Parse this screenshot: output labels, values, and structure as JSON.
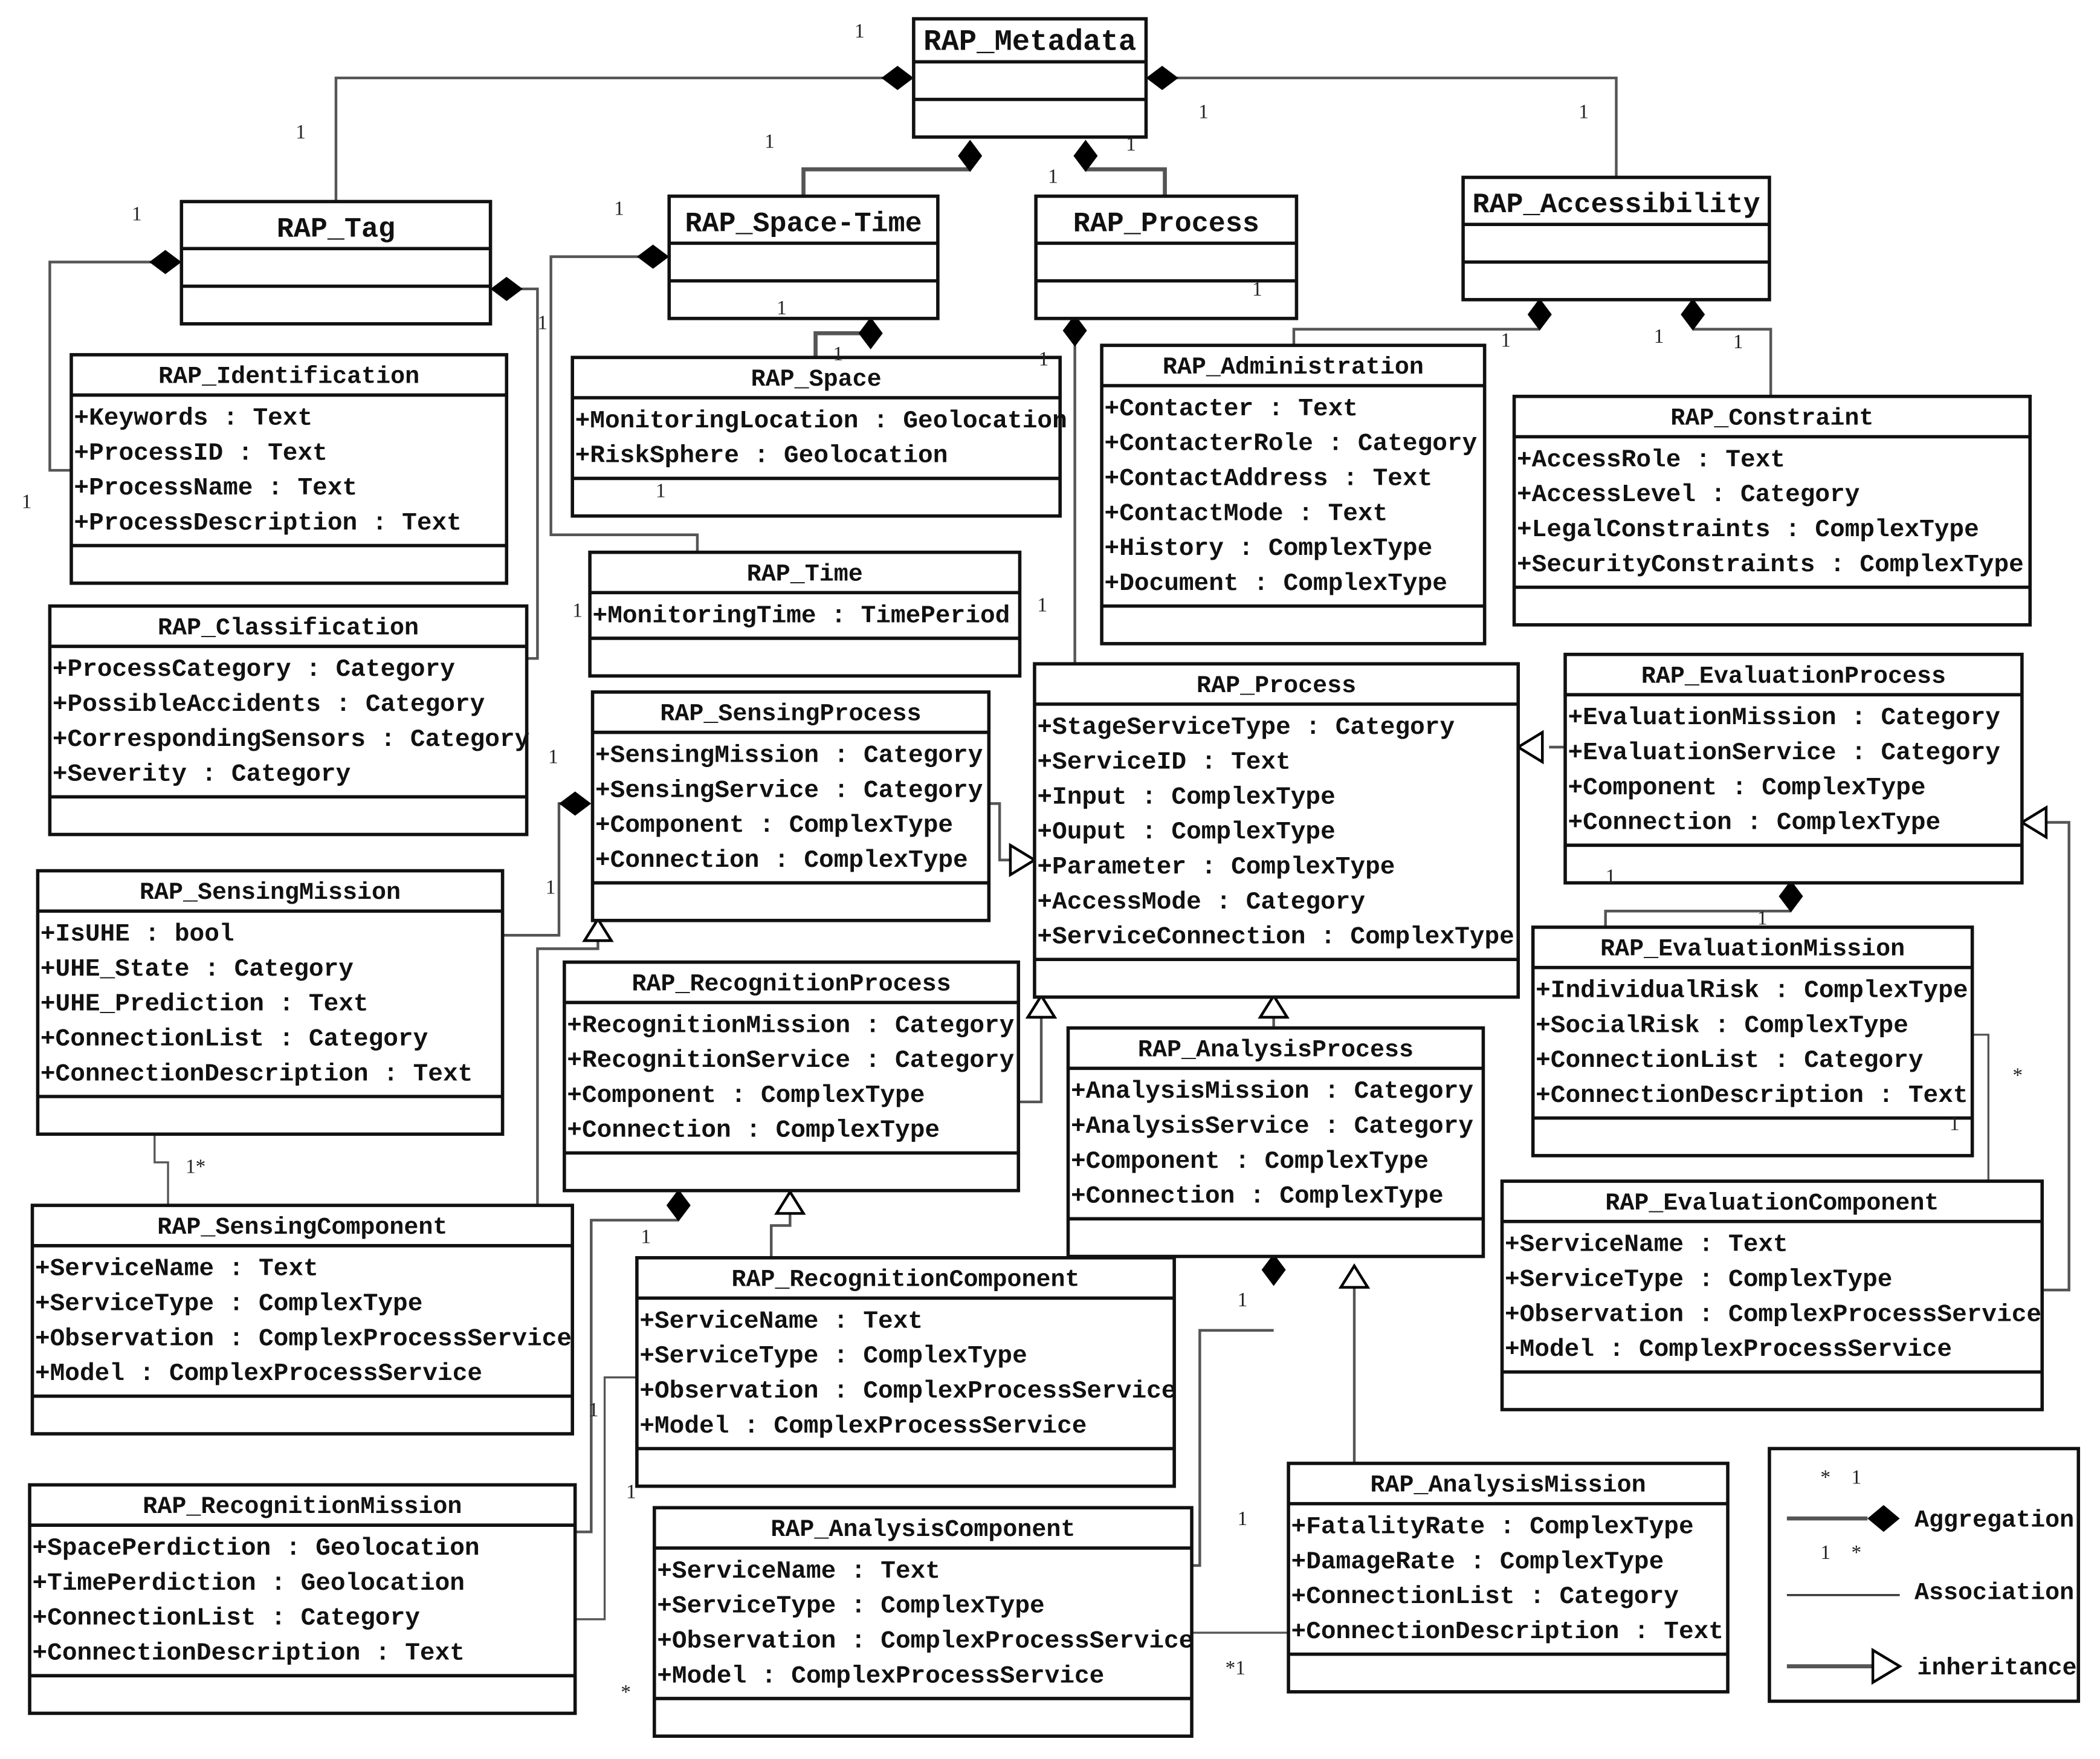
{
  "diagram_title": "",
  "classes": [
    {
      "name": "RAP_Metadata",
      "attributes": []
    },
    {
      "name": "RAP_Tag",
      "attributes": []
    },
    {
      "name": "RAP_Space-Time",
      "attributes": []
    },
    {
      "name": "RAP_Process",
      "attributes": []
    },
    {
      "name": "RAP_Accessibility",
      "attributes": []
    },
    {
      "name": "RAP_Identification",
      "attributes": [
        "+Keywords : Text",
        "+ProcessID : Text",
        "+ProcessName : Text",
        "+ProcessDescription : Text"
      ]
    },
    {
      "name": "RAP_Space",
      "attributes": [
        "+MonitoringLocation : Geolocation",
        "+RiskSphere : Geolocation"
      ]
    },
    {
      "name": "RAP_Administration",
      "attributes": [
        "+Contacter : Text",
        "+ContacterRole : Category",
        "+ContactAddress : Text",
        "+ContactMode : Text",
        "+History : ComplexType",
        "+Document : ComplexType"
      ]
    },
    {
      "name": "RAP_Constraint",
      "attributes": [
        "+AccessRole : Text",
        "+AccessLevel : Category",
        "+LegalConstraints : ComplexType",
        "+SecurityConstraints : ComplexType"
      ]
    },
    {
      "name": "RAP_Time",
      "attributes": [
        "+MonitoringTime : TimePeriod"
      ]
    },
    {
      "name": "RAP_Classification",
      "attributes": [
        "+ProcessCategory : Category",
        "+PossibleAccidents : Category",
        "+CorrespondingSensors : Category",
        "+Severity : Category"
      ]
    },
    {
      "name": "RAP_SensingProcess",
      "attributes": [
        "+SensingMission : Category",
        "+SensingService : Category",
        "+Component : ComplexType",
        "+Connection : ComplexType"
      ]
    },
    {
      "name": "RAP_Process",
      "attributes": [
        "+StageServiceType : Category",
        "+ServiceID : Text",
        "+Input : ComplexType",
        "+Ouput : ComplexType",
        "+Parameter : ComplexType",
        "+AccessMode : Category",
        "+ServiceConnection : ComplexType"
      ]
    },
    {
      "name": "RAP_EvaluationProcess",
      "attributes": [
        "+EvaluationMission : Category",
        "+EvaluationService : Category",
        "+Component : ComplexType",
        "+Connection : ComplexType"
      ]
    },
    {
      "name": "RAP_SensingMission",
      "attributes": [
        "+IsUHE : bool",
        "+UHE_State : Category",
        "+UHE_Prediction : Text",
        "+ConnectionList : Category",
        "+ConnectionDescription : Text"
      ]
    },
    {
      "name": "RAP_RecognitionProcess",
      "attributes": [
        "+RecognitionMission : Category",
        "+RecognitionService : Category",
        "+Component : ComplexType",
        "+Connection : ComplexType"
      ]
    },
    {
      "name": "RAP_AnalysisProcess",
      "attributes": [
        "+AnalysisMission : Category",
        "+AnalysisService : Category",
        "+Component : ComplexType",
        "+Connection : ComplexType"
      ]
    },
    {
      "name": "RAP_EvaluationMission",
      "attributes": [
        "+IndividualRisk : ComplexType",
        "+SocialRisk : ComplexType",
        "+ConnectionList : Category",
        "+ConnectionDescription : Text"
      ]
    },
    {
      "name": "RAP_SensingComponent",
      "attributes": [
        "+ServiceName : Text",
        "+ServiceType : ComplexType",
        "+Observation : ComplexProcessService",
        "+Model : ComplexProcessService"
      ]
    },
    {
      "name": "RAP_RecognitionComponent",
      "attributes": [
        "+ServiceName : Text",
        "+ServiceType : ComplexType",
        "+Observation : ComplexProcessService",
        "+Model : ComplexProcessService"
      ]
    },
    {
      "name": "RAP_EvaluationComponent",
      "attributes": [
        "+ServiceName : Text",
        "+ServiceType : ComplexType",
        "+Observation : ComplexProcessService",
        "+Model : ComplexProcessService"
      ]
    },
    {
      "name": "RAP_RecognitionMission",
      "attributes": [
        "+SpacePerdiction : Geolocation",
        "+TimePerdiction : Geolocation",
        "+ConnectionList : Category",
        "+ConnectionDescription : Text"
      ]
    },
    {
      "name": "RAP_AnalysisComponent",
      "attributes": [
        "+ServiceName : Text",
        "+ServiceType : ComplexType",
        "+Observation : ComplexProcessService",
        "+Model : ComplexProcessService"
      ]
    },
    {
      "name": "RAP_AnalysisMission",
      "attributes": [
        "+FatalityRate : ComplexType",
        "+DamageRate : ComplexType",
        "+ConnectionList : Category",
        "+ConnectionDescription : Text"
      ]
    }
  ],
  "multiplicities": [
    "1",
    "1",
    "1",
    "1",
    "1",
    "1",
    "1",
    "1",
    "1",
    "1",
    "1",
    "1",
    "1",
    "1",
    "1",
    "1",
    "1",
    "1",
    "1",
    "1",
    "1",
    "1",
    "1",
    "1*",
    "1",
    "1",
    "*",
    "1",
    "1",
    "1",
    "1",
    "1",
    "1",
    "*",
    "*1"
  ],
  "legend": {
    "aggregation": {
      "label": "Aggregation",
      "mult_left": "*",
      "mult_right": "1"
    },
    "association": {
      "label": "Association",
      "mult_left": "1",
      "mult_right": "*"
    },
    "inheritance": {
      "label": "inheritance"
    }
  },
  "colors": {
    "line": "#111111",
    "connector": "#555555",
    "background": "#ffffff"
  }
}
